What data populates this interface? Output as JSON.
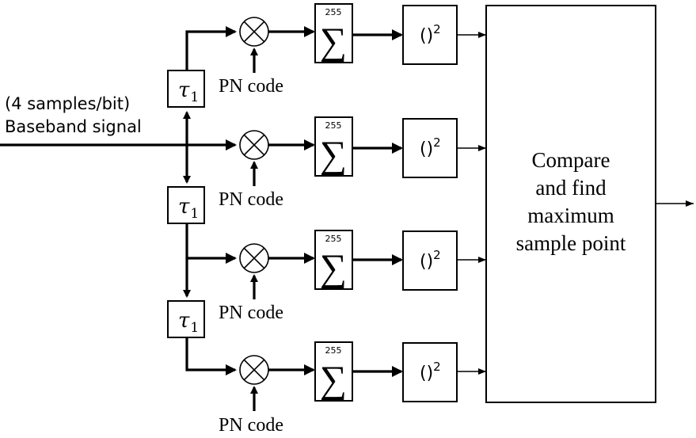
{
  "input": {
    "line1": "(4 samples/bit)",
    "line2": "Baseband signal"
  },
  "delay": {
    "symbol": "τ",
    "subscript": "1"
  },
  "branches": [
    {
      "pn_label": "PN code",
      "sum_upper": "255",
      "square_base": "()",
      "square_exp": "2"
    },
    {
      "pn_label": "PN code",
      "sum_upper": "255",
      "square_base": "()",
      "square_exp": "2"
    },
    {
      "pn_label": "PN code",
      "sum_upper": "255",
      "square_base": "()",
      "square_exp": "2"
    },
    {
      "pn_label": "PN code",
      "sum_upper": "255",
      "square_base": "()",
      "square_exp": "2"
    }
  ],
  "compare_block": {
    "lines": [
      "Compare",
      "and find",
      "maximum",
      "sample point"
    ]
  }
}
